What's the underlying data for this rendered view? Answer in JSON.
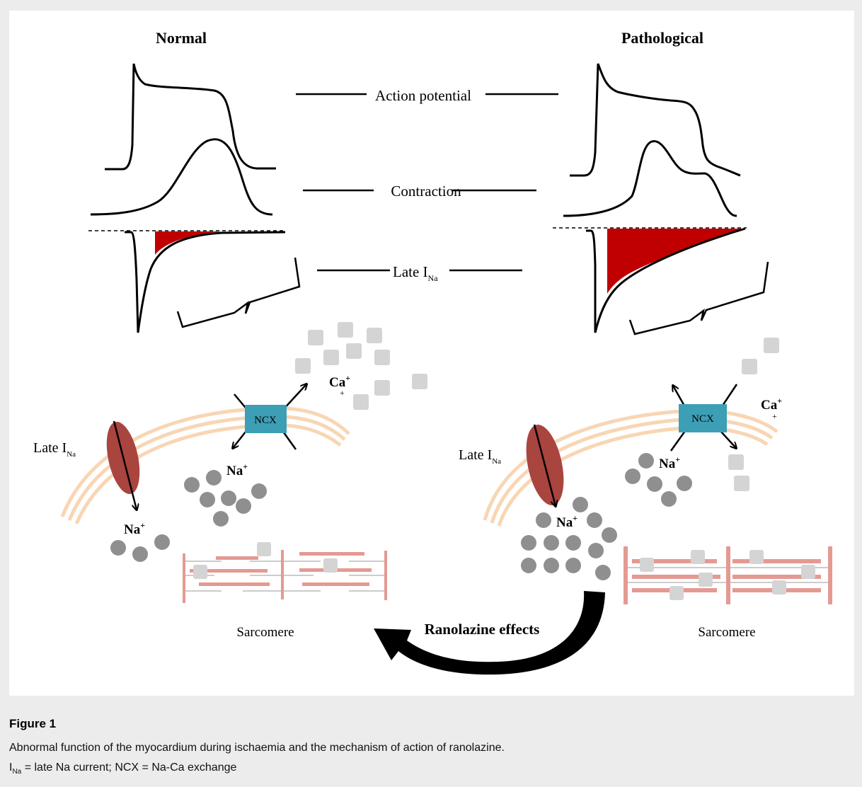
{
  "figure": {
    "headings": {
      "normal": "Normal",
      "pathological": "Pathological"
    },
    "trace_labels": {
      "action_potential": "Action potential",
      "contraction": "Contraction",
      "late_ina_main": "Late I",
      "late_ina_sub": "Na"
    },
    "cell_labels": {
      "ncx": "NCX",
      "ca": "Ca",
      "ca_sup": "+",
      "ca_plus_below": "+",
      "na": "Na",
      "na_sup": "+",
      "late_i": "Late I",
      "late_i_sub": "Na",
      "sarcomere": "Sarcomere"
    },
    "arrow_label": "Ranolazine effects",
    "colors": {
      "membrane": "#f8d6b4",
      "channel": "#a9443f",
      "ncx": "#3d9fb5",
      "ion_na": "#8f8f8f",
      "ion_ca": "#d4d4d4",
      "sarcomere": "#e49a92",
      "late_current_fill": "#c00000"
    }
  },
  "caption": {
    "title": "Figure 1",
    "line1": "Abnormal function of the myocardium during ischaemia and the mechanism of action of ranolazine.",
    "line2_symbol": "I",
    "line2_sub": "Na",
    "line2_rest": " = late Na current; NCX = Na-Ca exchange"
  }
}
